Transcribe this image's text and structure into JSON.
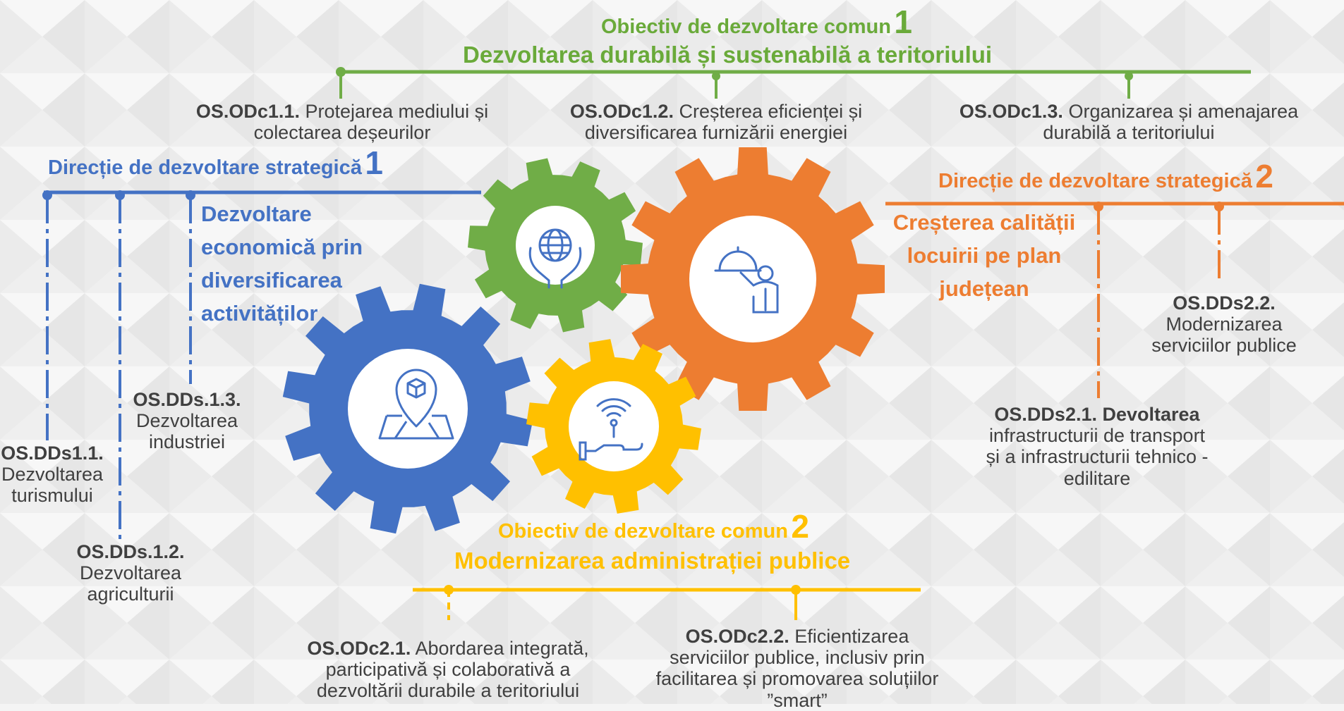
{
  "colors": {
    "green": "#70ad47",
    "blue": "#4472c4",
    "orange": "#ed7d31",
    "yellow": "#ffc000",
    "text": "#404040"
  },
  "odc1": {
    "heading": "Obiectiv de dezvoltare comun",
    "number": "1",
    "title": "Dezvoltarea durabilă și sustenabilă a teritoriului",
    "items": [
      {
        "code": "OS.ODc1.1.",
        "line1": "Protejarea mediului și",
        "line2": "colectarea deșeurilor"
      },
      {
        "code": "OS.ODc1.2.",
        "line1": "Creșterea eficienței și",
        "line2": "diversificarea furnizării energiei"
      },
      {
        "code": "OS.ODc1.3.",
        "line1": "Organizarea și amenajarea",
        "line2": "durabilă a teritoriului"
      }
    ]
  },
  "dds1": {
    "heading": "Direcție de dezvoltare strategică",
    "number": "1",
    "title_lines": [
      "Dezvoltare",
      "economică prin",
      "diversificarea",
      "activităților"
    ],
    "items": [
      {
        "code": "OS.DDs1.1.",
        "lines": [
          "Dezvoltarea",
          "turismului"
        ]
      },
      {
        "code": "OS.DDs.1.2.",
        "lines": [
          "Dezvoltarea",
          "agriculturii"
        ]
      },
      {
        "code": "OS.DDs.1.3.",
        "lines": [
          "Dezvoltarea",
          "industriei"
        ]
      }
    ]
  },
  "dds2": {
    "heading": "Direcție de dezvoltare strategică",
    "number": "2",
    "title_lines": [
      "Creșterea calității",
      "locuirii pe plan",
      "județean"
    ],
    "items": [
      {
        "code": "OS.DDs2.1.",
        "lines": [
          "Devoltarea",
          "infrastructurii de transport",
          "și a infrastructurii tehnico -",
          "edilitare"
        ]
      },
      {
        "code": "OS.DDs2.2.",
        "lines": [
          "Modernizarea",
          "serviciilor publice"
        ]
      }
    ]
  },
  "odc2": {
    "heading": "Obiectiv de dezvoltare comun",
    "number": "2",
    "title": "Modernizarea administrației publice",
    "items": [
      {
        "code": "OS.ODc2.1.",
        "lines": [
          "Abordarea integrată,",
          "participativă și colaborativă a",
          "dezvoltării durabile a teritoriului"
        ]
      },
      {
        "code": "OS.ODc2.2.",
        "lines": [
          "Eficientizarea",
          "serviciilor publice, inclusiv prin",
          "facilitarea și promovarea soluțiilor",
          "”smart”"
        ]
      }
    ]
  },
  "icons": {
    "green_gear": "globe-in-hands-icon",
    "orange_gear": "waiter-cloche-icon",
    "blue_gear": "map-pin-box-icon",
    "yellow_gear": "wireless-hand-icon"
  }
}
